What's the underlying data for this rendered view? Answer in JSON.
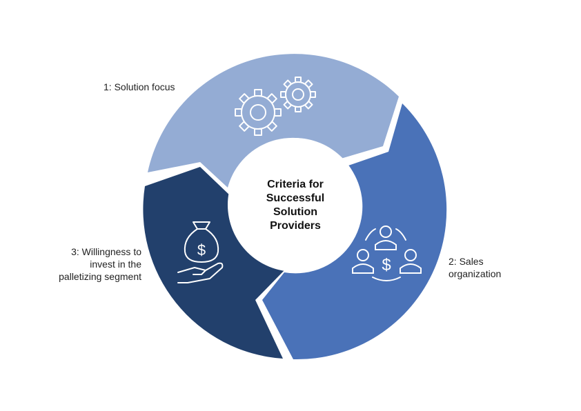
{
  "center": {
    "lines": [
      "Criteria for",
      "Successful",
      "Solution",
      "Providers"
    ]
  },
  "segments": [
    {
      "id": "1",
      "label_lines": [
        "1: Solution focus"
      ],
      "icon": "gears-icon",
      "color": "#94acd4"
    },
    {
      "id": "2",
      "label_lines": [
        "2: Sales",
        "organization"
      ],
      "icon": "sales-team-icon",
      "color": "#4a72b8"
    },
    {
      "id": "3",
      "label_lines": [
        "3: Willingness to",
        "invest in the",
        "palletizing segment"
      ],
      "icon": "money-bag-hand-icon",
      "color": "#22406c"
    }
  ]
}
